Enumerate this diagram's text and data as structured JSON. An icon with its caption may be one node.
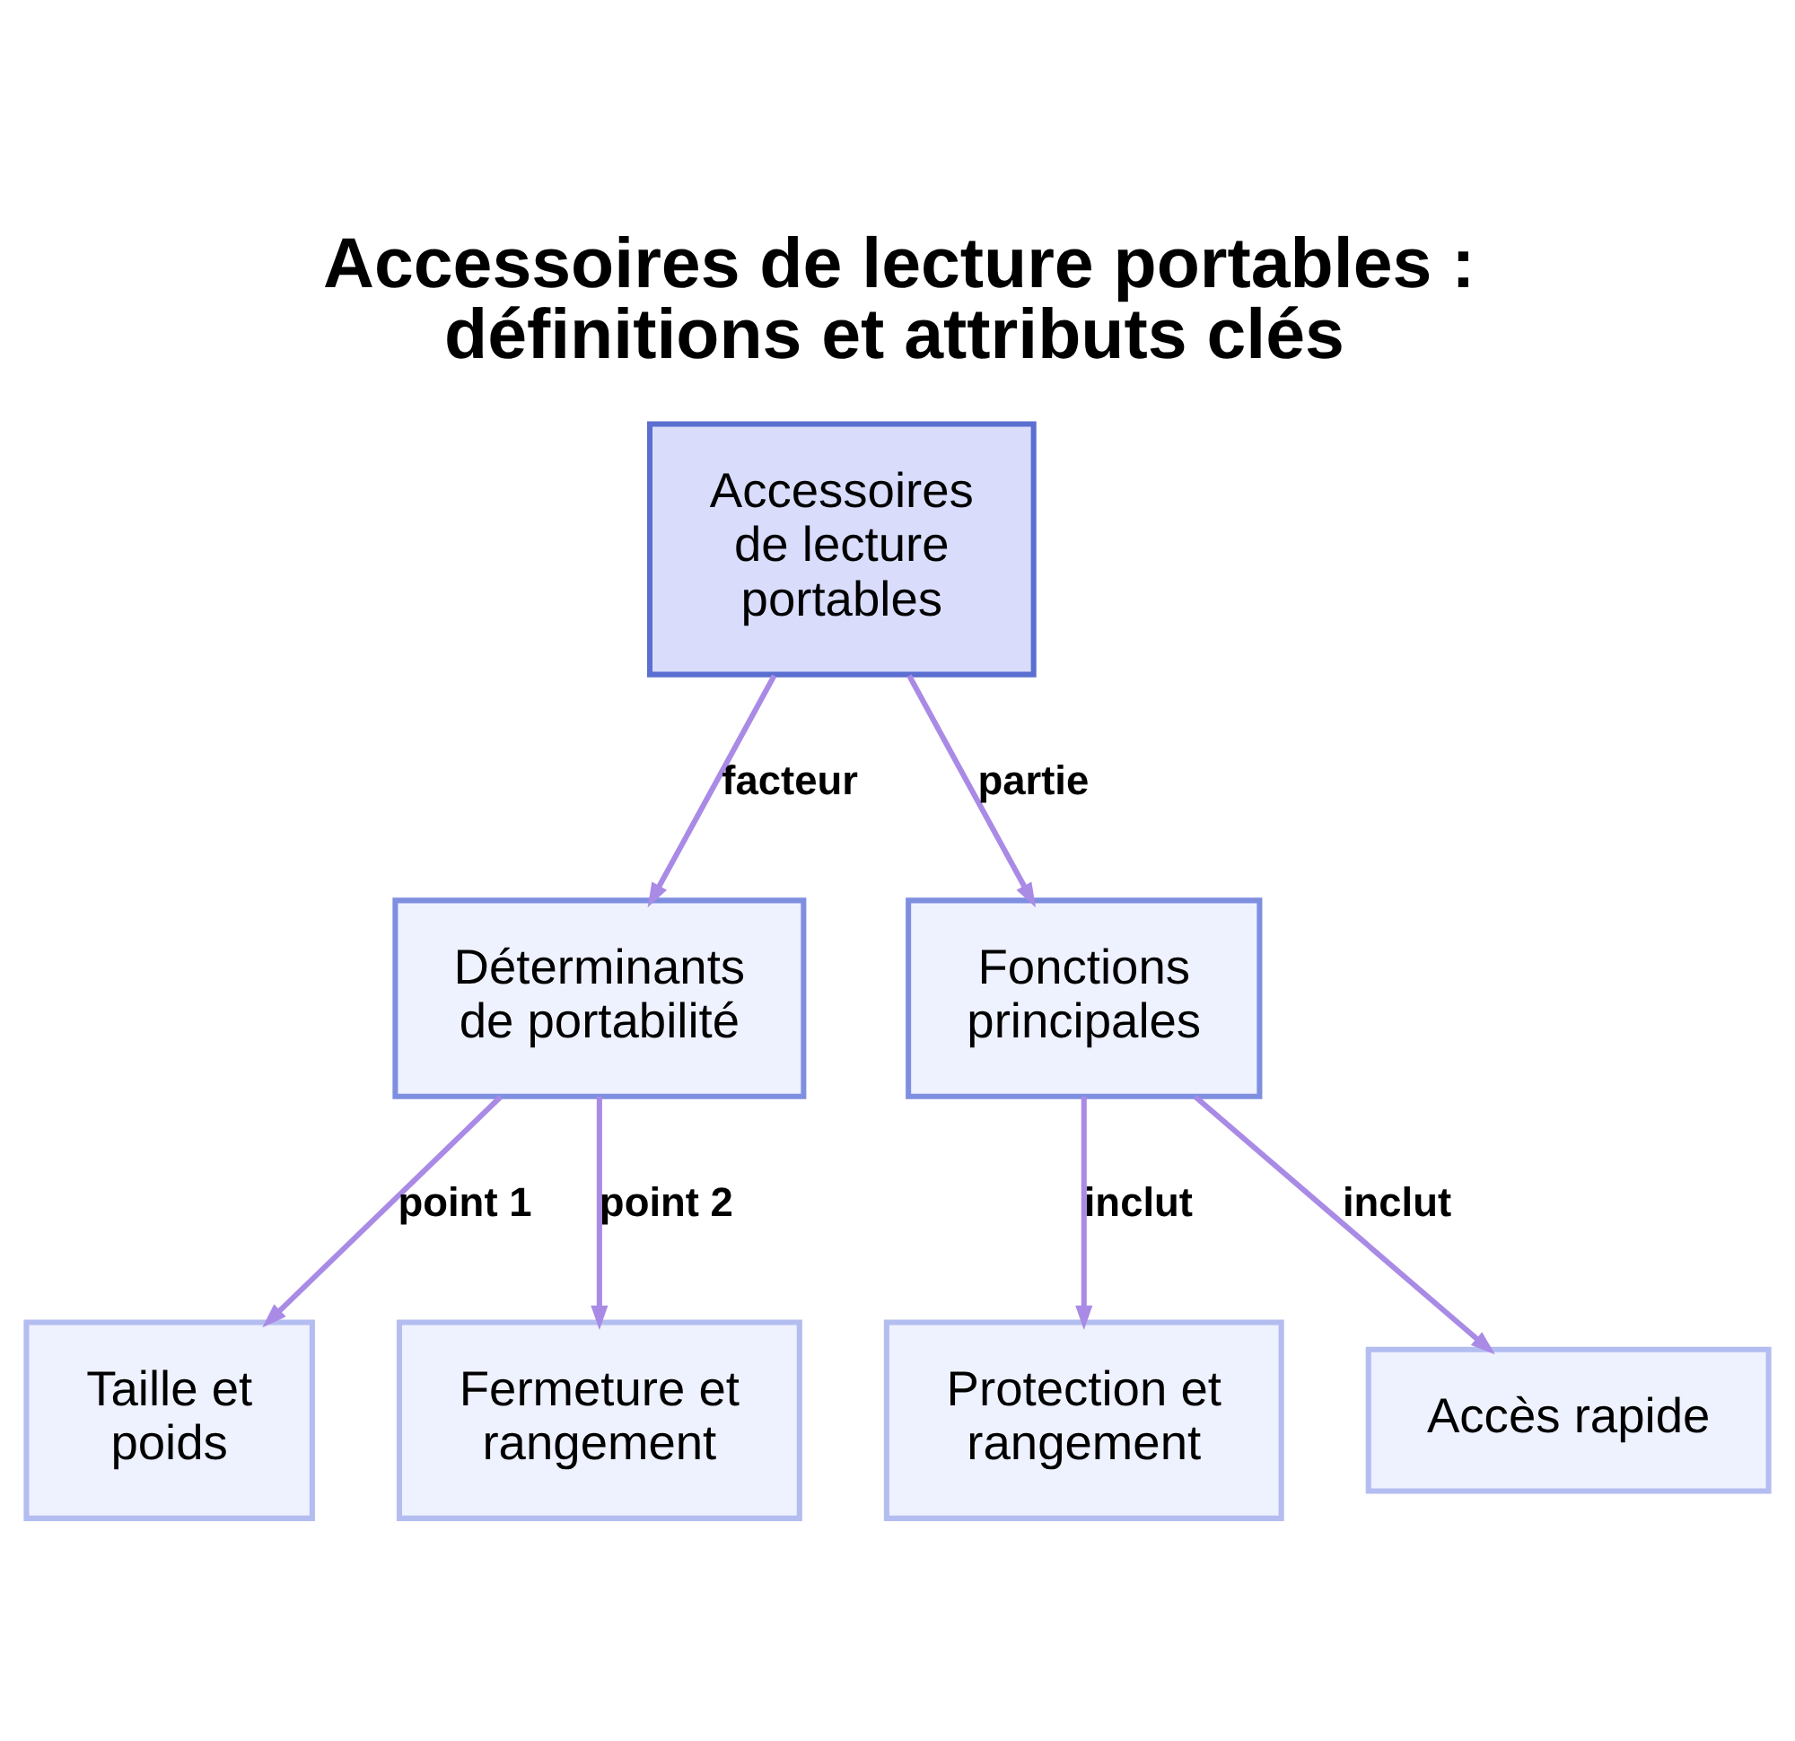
{
  "diagram": {
    "title": "Accessoires de lecture portables : définitions et attributs clés",
    "nodes": [
      {
        "text": [
          "Accessoires de lecture portables"
        ]
      },
      {
        "text": [
          "Déterminants de portabilité"
        ]
      },
      {
        "text": [
          "Fonctions principales"
        ]
      },
      {
        "text": [
          "Taille et poids"
        ]
      },
      {
        "text": [
          "Fermeture et rangement"
        ]
      },
      {
        "text": [
          "Protection et rangement"
        ]
      },
      {
        "text": [
          "Accès rapide"
        ]
      }
    ],
    "edges": [
      {
        "from": 0,
        "to": 1,
        "arrow": "to",
        "label": "facteur"
      },
      {
        "from": 0,
        "to": 2,
        "arrow": "to",
        "label": "partie"
      },
      {
        "from": 1,
        "to": 3,
        "arrow": "to",
        "label": "point 1"
      },
      {
        "from": 1,
        "to": 4,
        "arrow": "to",
        "label": "point 2"
      },
      {
        "from": 2,
        "to": 5,
        "arrow": "to",
        "label": "inclut"
      },
      {
        "from": 2,
        "to": 6,
        "arrow": "to",
        "label": "inclut"
      }
    ]
  }
}
